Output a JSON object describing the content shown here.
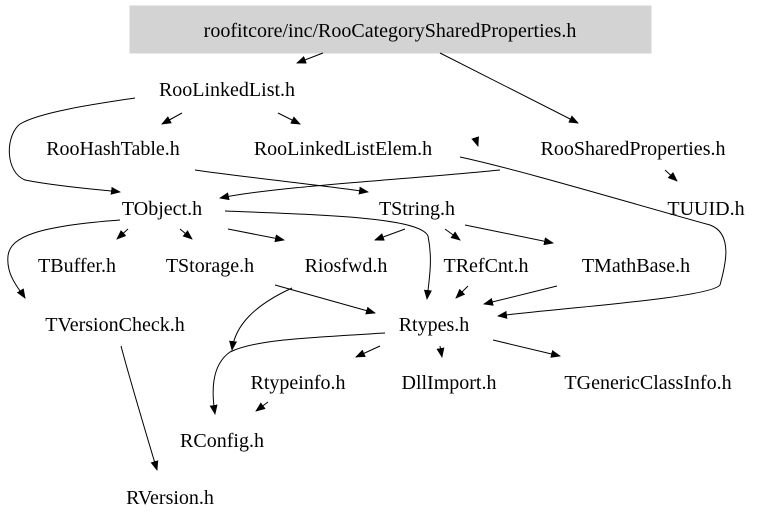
{
  "root": "roofitcore/inc/RooCategorySharedProperties.h",
  "nodes": {
    "roo_linked_list": "RooLinkedList.h",
    "roo_hash_table": "RooHashTable.h",
    "roo_linked_list_elem": "RooLinkedListElem.h",
    "roo_shared_properties": "RooSharedProperties.h",
    "tobject": "TObject.h",
    "tstring": "TString.h",
    "tuuid": "TUUID.h",
    "tbuffer": "TBuffer.h",
    "tstorage": "TStorage.h",
    "riosfwd": "Riosfwd.h",
    "trefcnt": "TRefCnt.h",
    "tmathbase": "TMathBase.h",
    "tversioncheck": "TVersionCheck.h",
    "rtypes": "Rtypes.h",
    "rtypeinfo": "Rtypeinfo.h",
    "dllimport": "DllImport.h",
    "tgenericclassinfo": "TGenericClassInfo.h",
    "rconfig": "RConfig.h",
    "rversion": "RVersion.h"
  },
  "colors": {
    "root_fill": "#d3d3d3",
    "edge": "#000000",
    "text": "#000000"
  }
}
